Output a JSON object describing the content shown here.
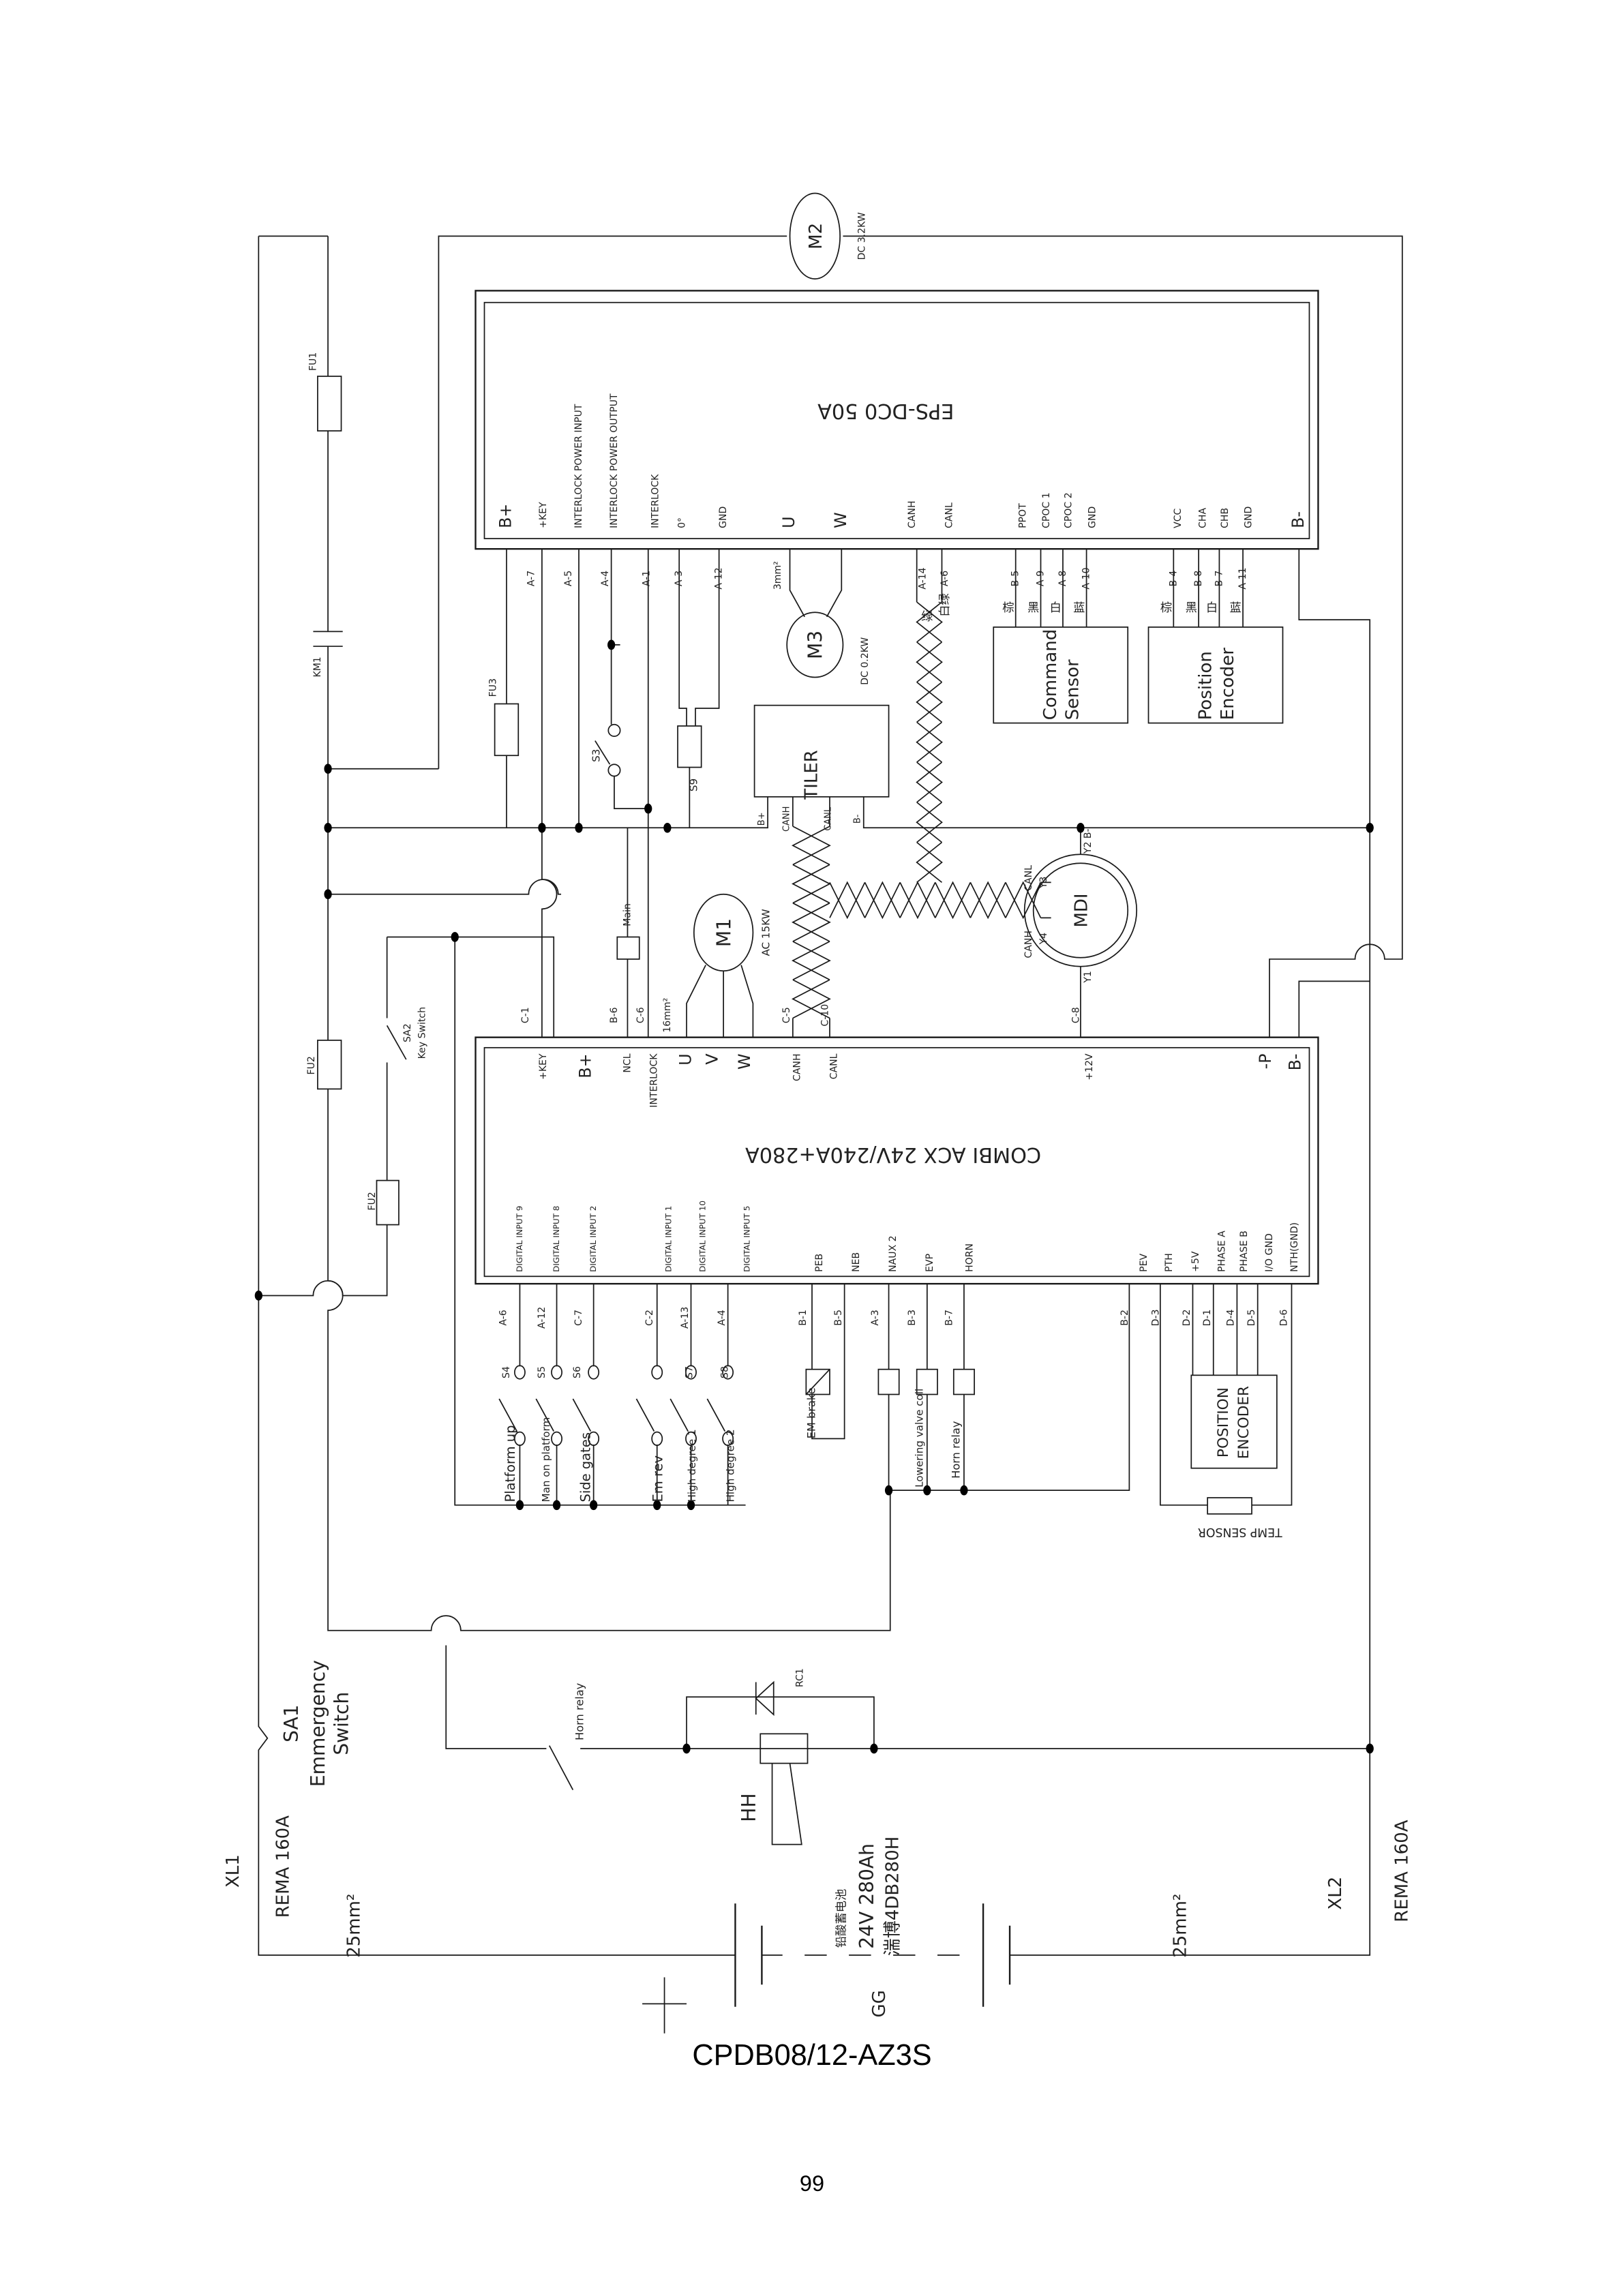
{
  "title": "CPDB08/12-AZ3S",
  "page_number": "99",
  "eps": {
    "name": "EPS-DC0 50A",
    "terminals": [
      "B+",
      "+KEY",
      "INTERLOCK POWER INPUT",
      "INTERLOCK POWER OUTPUT",
      "INTERLOCK",
      "0°",
      "GND",
      "U",
      "W",
      "CANH",
      "CANL",
      "PPOT",
      "CPOC 1",
      "CPOC 2",
      "GND",
      "VCC",
      "CHA",
      "CHB",
      "GND",
      "B-"
    ],
    "pins": [
      "A-7",
      "A-5",
      "A-4",
      "A-1",
      "A-3",
      "A-12",
      "A-14",
      "A-6",
      "B-5",
      "A-9",
      "A-8",
      "A-10",
      "B-4",
      "B-8",
      "B-7",
      "A-11"
    ],
    "motor_wire": "3mm²",
    "can_colors": [
      "绿",
      "白绿"
    ],
    "sensor_colors": [
      "棕",
      "黑",
      "白",
      "蓝"
    ],
    "encoder_colors": [
      "棕",
      "黑",
      "白",
      "蓝"
    ]
  },
  "combi": {
    "name": "COMBI ACX 24V/240A+280A",
    "top_terminals": [
      "+KEY",
      "B+",
      "NCL",
      "INTERLOCK",
      "U",
      "V",
      "W",
      "CANH",
      "CANL",
      "+12V",
      "-P",
      "B-"
    ],
    "top_pins": [
      "C-1",
      "B-6",
      "C-6",
      "16mm²",
      "C-5",
      "C-10",
      "C-8"
    ],
    "bottom_terminals": [
      "DIGITAL INPUT 9",
      "DIGITAL INPUT 8",
      "DIGITAL INPUT 2",
      "DIGITAL INPUT 1",
      "DIGITAL INPUT 10",
      "DIGITAL INPUT 5",
      "PEB",
      "NEB",
      "NAUX 2",
      "EVP",
      "HORN",
      "PEV",
      "PTH",
      "+5V",
      "PHASE A",
      "PHASE B",
      "I/O GND",
      "NTH(GND)"
    ],
    "bottom_pins": [
      "A-6",
      "A-12",
      "C-7",
      "C-2",
      "A-13",
      "A-4",
      "B-1",
      "B-5",
      "A-3",
      "B-3",
      "B-7",
      "B-2",
      "D-3",
      "D-2",
      "D-1",
      "D-4",
      "D-5",
      "D-6"
    ]
  },
  "components": {
    "m2": {
      "name": "M2",
      "rating": "DC 3.2KW"
    },
    "m3": {
      "name": "M3",
      "rating": "DC 0.2KW"
    },
    "m1": {
      "name": "M1",
      "rating": "AC 15KW"
    },
    "mdi": {
      "name": "MDI",
      "labels": [
        "CANL",
        "Y3",
        "Y2 B-",
        "CANH",
        "Y4",
        "Y1"
      ]
    },
    "tiler": {
      "name": "TILER",
      "pins": [
        "B+",
        "CANH",
        "CANL",
        "B-"
      ]
    },
    "command_sensor": [
      "Command",
      "Sensor"
    ],
    "position_encoder_top": [
      "Position",
      "Encoder"
    ],
    "position_encoder_bottom": [
      "POSITION",
      "ENCODER"
    ],
    "temp_sensor": "TEMP SENSOR",
    "main": "Main",
    "s3": "S3",
    "s9": "S9",
    "fu1": "FU1",
    "km1": "KM1",
    "fu3": "FU3",
    "fu2": "FU2",
    "sa2": [
      "SA2",
      "Key Switch"
    ],
    "switch_ids": [
      "S4",
      "S5",
      "S6",
      "S7",
      "S8"
    ],
    "switch_names": [
      "Platform up",
      "Man on platform",
      "Side gates",
      "Em rev",
      "High degree 1",
      "High degree 2"
    ],
    "em_brake": "EM brake",
    "lowering_valve": "Lowering valve coil",
    "horn_relay_coil": "Horn relay",
    "sa1": [
      "SA1",
      "Emmergency",
      "Switch"
    ],
    "horn_relay_contact": "Horn relay",
    "rc1": "RC1",
    "hh": "HH",
    "xl1": "XL1",
    "xl2": "XL2",
    "rema_left": "REMA 160A",
    "rema_right": "REMA 160A",
    "cable_left": "25mm²",
    "cable_right": "25mm²",
    "battery": [
      "铅酸蓄电池",
      "24V 280Ah",
      "湍博4DB280H"
    ],
    "gg": "GG"
  }
}
